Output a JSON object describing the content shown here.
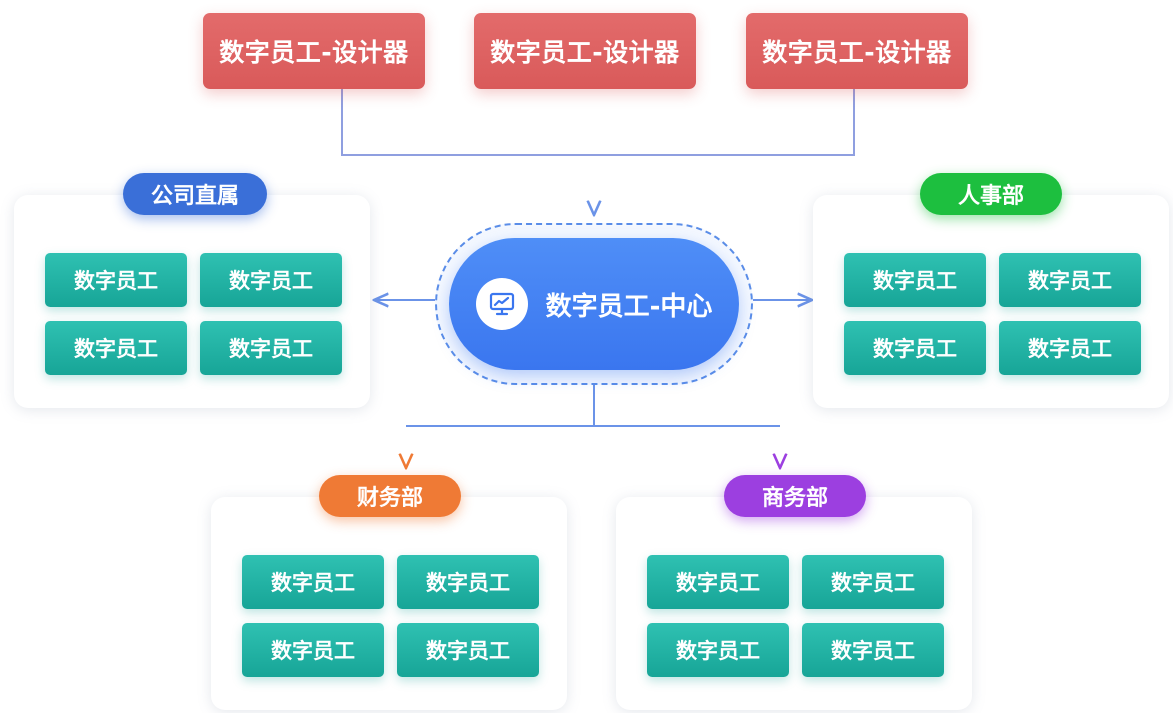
{
  "designers": [
    {
      "label": "数字员工-设计器"
    },
    {
      "label": "数字员工-设计器"
    },
    {
      "label": "数字员工-设计器"
    }
  ],
  "center": {
    "label": "数字员工-中心",
    "icon": "presentation-chart-icon",
    "color": "#3a76ef"
  },
  "departments": [
    {
      "id": "direct",
      "name": "公司直属",
      "badge_color": "#3a6fd8",
      "employees": [
        "数字员工",
        "数字员工",
        "数字员工",
        "数字员工"
      ]
    },
    {
      "id": "hr",
      "name": "人事部",
      "badge_color": "#1dbf3f",
      "employees": [
        "数字员工",
        "数字员工",
        "数字员工",
        "数字员工"
      ]
    },
    {
      "id": "finance",
      "name": "财务部",
      "badge_color": "#ef7a35",
      "employees": [
        "数字员工",
        "数字员工",
        "数字员工",
        "数字员工"
      ]
    },
    {
      "id": "business",
      "name": "商务部",
      "badge_color": "#9c3fe0",
      "employees": [
        "数字员工",
        "数字员工",
        "数字员工",
        "数字员工"
      ]
    }
  ],
  "colors": {
    "designer": "#d95a5a",
    "employee": "#17a597",
    "connector": "#6b93e8"
  }
}
